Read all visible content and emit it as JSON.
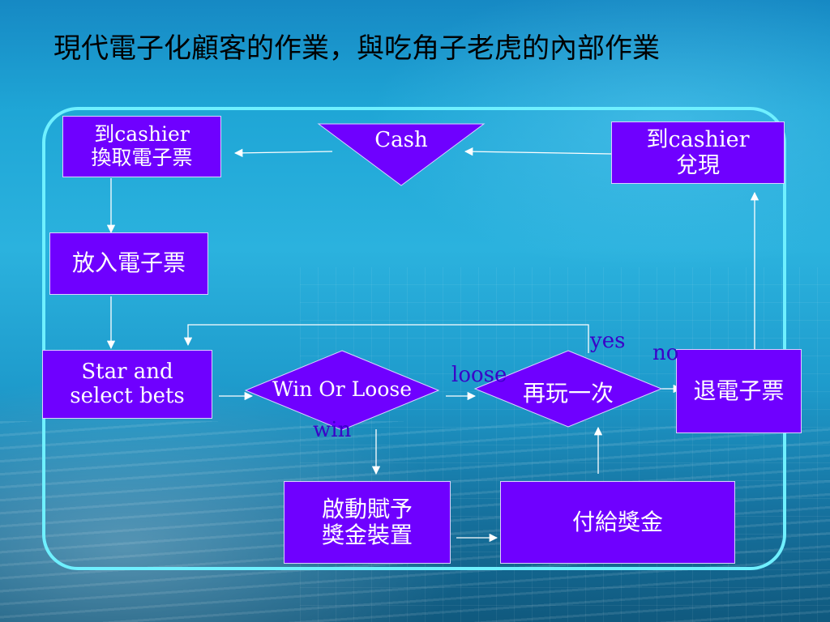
{
  "slide": {
    "title": "現代電子化顧客的作業，與吃角子老虎的內部作業"
  },
  "nodes": {
    "exchange": {
      "line1": "到cashier",
      "line2": "換取電子票"
    },
    "cash": {
      "label": "Cash"
    },
    "redeem": {
      "line1": "到cashier",
      "line2": "兌現"
    },
    "insert_ticket": {
      "label": "放入電子票"
    },
    "start_bets": {
      "line1": "Star and",
      "line2": "select bets"
    },
    "win_or_loose": {
      "label": "Win Or Loose"
    },
    "play_again": {
      "label": "再玩一次"
    },
    "return_ticket": {
      "label": "退電子票"
    },
    "bonus_device": {
      "line1": "啟動賦予",
      "line2": "獎金裝置"
    },
    "pay_prize": {
      "label": "付給獎金"
    }
  },
  "edges": {
    "yes": "yes",
    "no": "no",
    "loose": "loose",
    "win": "win"
  },
  "colors": {
    "node_fill": "#6f00ff",
    "frame_border": "#6ff0ff",
    "edge_label": "#3a00c8",
    "arrow": "#ffffff"
  }
}
